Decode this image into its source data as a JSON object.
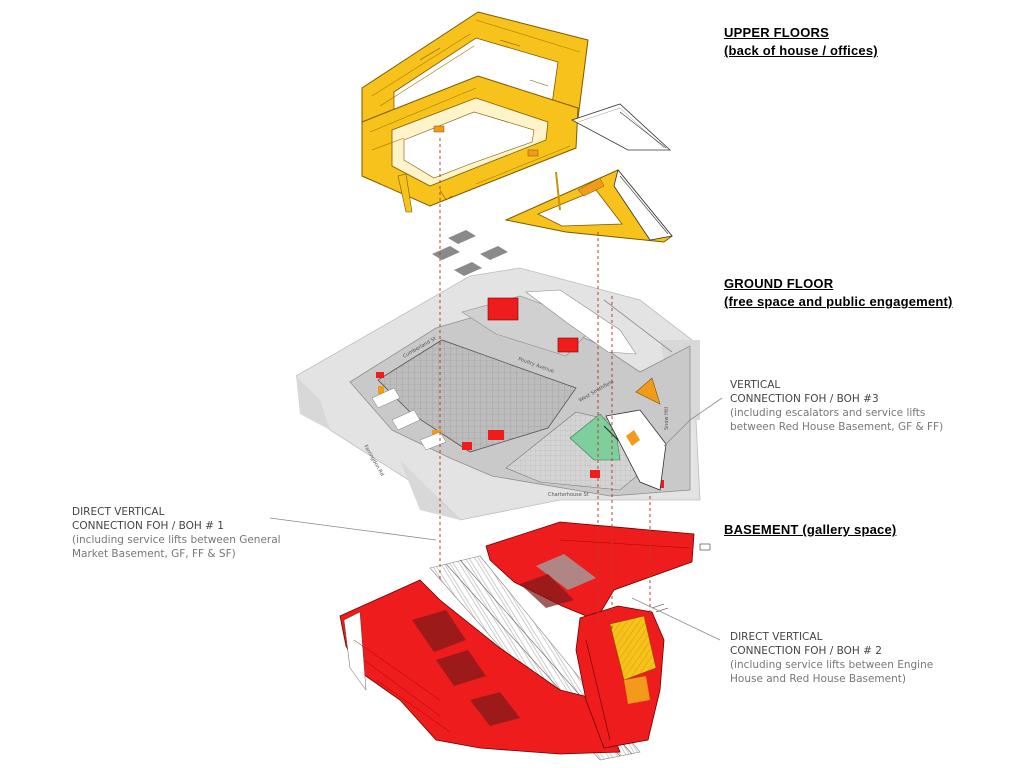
{
  "headings": {
    "upper": {
      "title": "UPPER FLOORS",
      "sub": "(back of house / offices)"
    },
    "ground": {
      "title": "GROUND FLOOR",
      "sub": "(free space and public engagement)"
    },
    "basement": {
      "title": "BASEMENT (gallery space)"
    }
  },
  "notes": {
    "foh3": {
      "l1": "VERTICAL",
      "l2": "CONNECTION FOH / BOH #3",
      "l3": "(including escalators and service lifts",
      "l4": "between Red House Basement, GF & FF)"
    },
    "foh1": {
      "l1": "DIRECT VERTICAL",
      "l2": "CONNECTION FOH / BOH # 1",
      "l3": "(including service lifts between General",
      "l4": "Market Basement, GF, FF & SF)"
    },
    "foh2": {
      "l1": "DIRECT VERTICAL",
      "l2": "CONNECTION FOH / BOH # 2",
      "l3": "(including service lifts between Engine",
      "l4": "House and Red House Basement)"
    }
  },
  "streets": {
    "s1": "Cumberland St",
    "s2": "Farringdon Rd",
    "s3": "Poultry Avenue",
    "s4": "West Smithfield",
    "s5": "Snow Hill",
    "s6": "Charterhouse St"
  },
  "colors": {
    "upper_fill": "#f7c21b",
    "upper_stroke": "#7a5a00",
    "ground_gray": "#c9c9c9",
    "ground_plaza": "#b3b3b3",
    "basement_red": "#ee1c1c",
    "orange": "#f29a1a",
    "green": "#7fcf9c",
    "leader_line": "#8a8a8a",
    "dash_line": "#b0452a"
  }
}
